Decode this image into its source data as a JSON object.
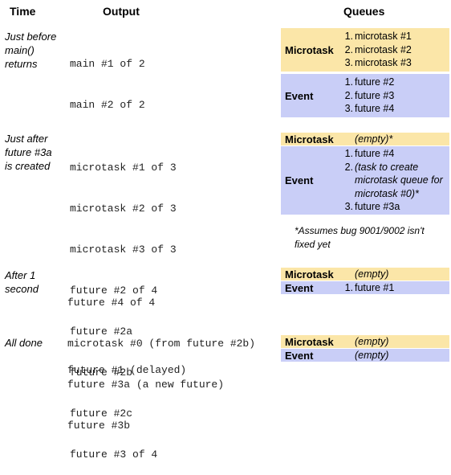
{
  "headers": {
    "time": "Time",
    "output": "Output",
    "queues": "Queues"
  },
  "sections": [
    {
      "time": [
        "Just before",
        "main()",
        "returns"
      ],
      "output": [
        "main #1 of 2",
        "main #2 of 2"
      ],
      "microtask": {
        "label": "Microtask",
        "items": [
          "microtask #1",
          "microtask #2",
          "microtask #3"
        ]
      },
      "event": {
        "label": "Event",
        "items": [
          "future #2",
          "future #3",
          "future #4"
        ]
      }
    },
    {
      "time": [
        "Just after",
        "future #3a",
        "is created"
      ],
      "output": [
        "microtask #1 of 3",
        "microtask #2 of 3",
        "microtask #3 of 3",
        "future #2 of 4",
        "future #2a",
        "future #2b",
        "future #2c",
        "future #3 of 4"
      ],
      "microtask": {
        "label": "Microtask",
        "empty": "(empty)*"
      },
      "event": {
        "label": "Event",
        "items": [
          "future #4",
          "(task to create microtask queue for microtask #0)*",
          "future #3a"
        ]
      },
      "note": "*Assumes bug 9001/9002 isn't fixed yet"
    },
    {
      "time": [
        "After 1",
        "second"
      ],
      "output": [
        "future #4 of 4",
        "microtask #0 (from future #2b)",
        "future #3a (a new future)",
        "future #3b"
      ],
      "microtask": {
        "label": "Microtask",
        "empty": "(empty)"
      },
      "event": {
        "label": "Event",
        "items": [
          "future #1"
        ]
      }
    },
    {
      "time": [
        "All done"
      ],
      "output": [
        "future #1 (delayed)"
      ],
      "microtask": {
        "label": "Microtask",
        "empty": "(empty)"
      },
      "event": {
        "label": "Event",
        "empty": "(empty)"
      }
    }
  ],
  "colors": {
    "microtask_bg": "#fbe6a8",
    "event_bg": "#c9cef7"
  }
}
